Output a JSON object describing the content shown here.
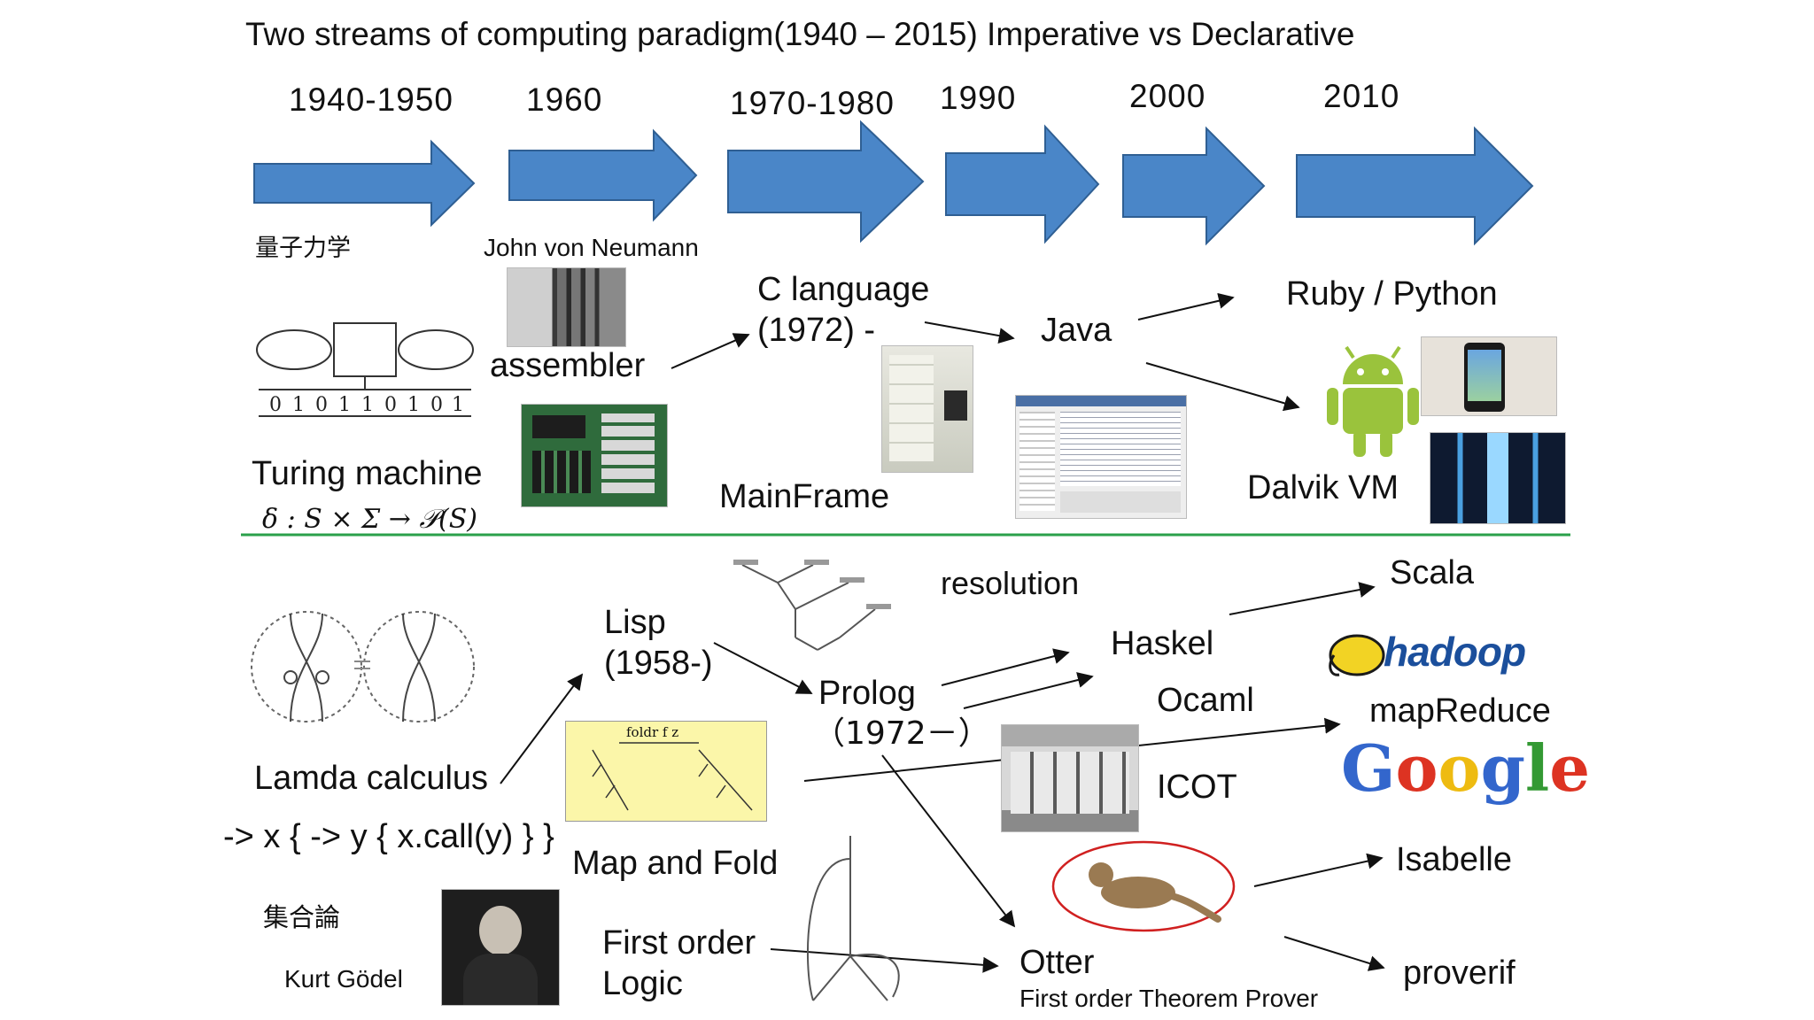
{
  "title": "Two streams of computing paradigm(1940 – 2015) Imperative vs Declarative",
  "years": [
    "1940-1950",
    "1960",
    "1970-1980",
    "1990",
    "2000",
    "2010"
  ],
  "imperative": {
    "quantum": "量子力学",
    "von_neumann": "John von Neumann",
    "assembler": "assembler",
    "c_language_line1": "C language",
    "c_language_line2": "(1972) -",
    "java": "Java",
    "ruby_python": "Ruby / Python",
    "turing_machine": "Turing machine",
    "turing_formula": "δ : S × Σ → 𝒫(S)",
    "mainframe": "MainFrame",
    "dalvik": "Dalvik VM"
  },
  "declarative": {
    "resolution": "resolution",
    "scala": "Scala",
    "lisp_line1": "Lisp",
    "lisp_line2": "(1958-)",
    "haskel": "Haskel",
    "prolog_line1": "Prolog",
    "prolog_line2": "（1972－）",
    "ocaml": "Ocaml",
    "hadoop": "hadoop",
    "mapreduce": "mapReduce",
    "lambda": "Lamda calculus",
    "lambda_code": "-> x { -> y { x.call(y) } }",
    "icot": "ICOT",
    "google": [
      "G",
      "o",
      "o",
      "g",
      "l",
      "e"
    ],
    "map_fold": "Map and Fold",
    "foldr": "foldr f z",
    "isabelle": "Isabelle",
    "set_theory": "集合論",
    "first_order_line1": "First order",
    "first_order_line2": "Logic",
    "otter": "Otter",
    "otter_sub": "First order Theorem Prover",
    "proverif": "proverif",
    "kurt": "Kurt Gödel"
  },
  "colors": {
    "arrow_fill": "#4a86c8",
    "arrow_stroke": "#2f5f93",
    "divider": "#2aa04a",
    "android": "#9ac33c",
    "otter_ring": "#d02020",
    "google": [
      "#3366cc",
      "#dd3322",
      "#eebb11",
      "#3366cc",
      "#339933",
      "#dd3322"
    ]
  }
}
